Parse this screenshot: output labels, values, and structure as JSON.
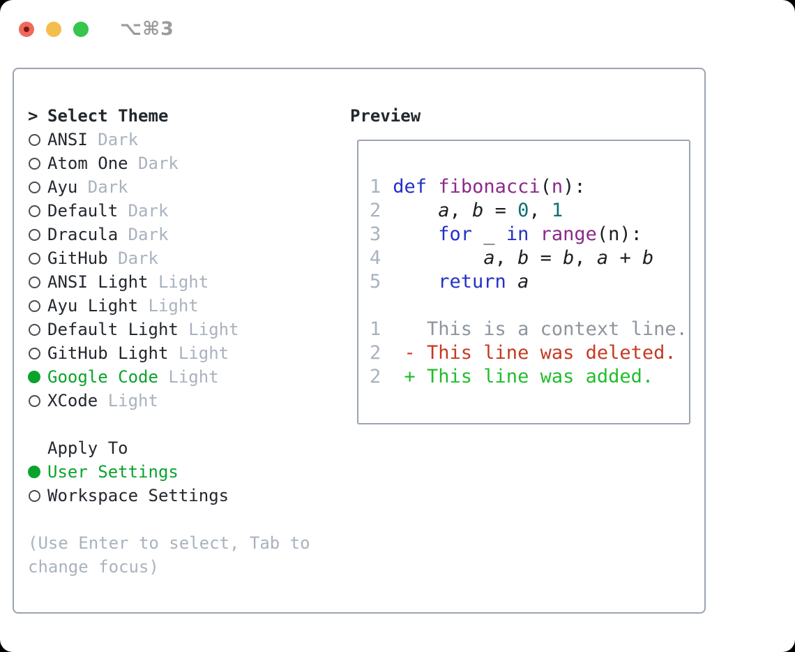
{
  "window": {
    "title": "⌥⌘3"
  },
  "colors": {
    "panel_border": "#9ba4af",
    "text_dark": "#23282e",
    "text_muted": "#a9b2be",
    "selected_green": "#0aa32c",
    "radio_outline": "#474d55",
    "traffic_close": "#ee6a5e",
    "traffic_minimize": "#f5bd4e",
    "traffic_zoom": "#36c64c",
    "syntax": {
      "num": "#a9b2be",
      "kw": "#2430c8",
      "fn": "#8b2a8b",
      "lit": "#0e6e6e",
      "var": "#1b1f23",
      "p": "#1b1f23",
      "ctx": "#8e959e",
      "del": "#c53a21",
      "add": "#21bd2b"
    }
  },
  "theme_panel": {
    "prompt": ">",
    "header": "Select Theme",
    "themes": [
      {
        "name": "ANSI",
        "variant": "Dark",
        "selected": false
      },
      {
        "name": "Atom One",
        "variant": "Dark",
        "selected": false
      },
      {
        "name": "Ayu",
        "variant": "Dark",
        "selected": false
      },
      {
        "name": "Default",
        "variant": "Dark",
        "selected": false
      },
      {
        "name": "Dracula",
        "variant": "Dark",
        "selected": false
      },
      {
        "name": "GitHub",
        "variant": "Dark",
        "selected": false
      },
      {
        "name": "ANSI Light",
        "variant": "Light",
        "selected": false
      },
      {
        "name": "Ayu Light",
        "variant": "Light",
        "selected": false
      },
      {
        "name": "Default Light",
        "variant": "Light",
        "selected": false
      },
      {
        "name": "GitHub Light",
        "variant": "Light",
        "selected": false
      },
      {
        "name": "Google Code",
        "variant": "Light",
        "selected": true
      },
      {
        "name": "XCode",
        "variant": "Light",
        "selected": false
      }
    ],
    "apply_to": {
      "header": "Apply To",
      "options": [
        {
          "label": "User Settings",
          "selected": true
        },
        {
          "label": "Workspace Settings",
          "selected": false
        }
      ]
    },
    "help": "(Use Enter to select, Tab to change focus)"
  },
  "preview": {
    "header": "Preview",
    "lines": [
      {
        "num": "1",
        "segments": [
          {
            "t": " ",
            "s": "p"
          },
          {
            "t": "def",
            "s": "kw"
          },
          {
            "t": " ",
            "s": "p"
          },
          {
            "t": "fibonacci",
            "s": "fn"
          },
          {
            "t": "(",
            "s": "p"
          },
          {
            "t": "n",
            "s": "fn"
          },
          {
            "t": "):",
            "s": "p"
          }
        ]
      },
      {
        "num": "2",
        "segments": [
          {
            "t": "     ",
            "s": "p"
          },
          {
            "t": "a",
            "s": "var"
          },
          {
            "t": ", ",
            "s": "p"
          },
          {
            "t": "b",
            "s": "var"
          },
          {
            "t": " = ",
            "s": "p"
          },
          {
            "t": "0",
            "s": "lit"
          },
          {
            "t": ", ",
            "s": "p"
          },
          {
            "t": "1",
            "s": "lit"
          }
        ]
      },
      {
        "num": "3",
        "segments": [
          {
            "t": "     ",
            "s": "p"
          },
          {
            "t": "for",
            "s": "kw"
          },
          {
            "t": " _ ",
            "s": "p"
          },
          {
            "t": "in",
            "s": "kw"
          },
          {
            "t": " ",
            "s": "p"
          },
          {
            "t": "range",
            "s": "fn"
          },
          {
            "t": "(n):",
            "s": "p"
          }
        ]
      },
      {
        "num": "4",
        "segments": [
          {
            "t": "         ",
            "s": "p"
          },
          {
            "t": "a",
            "s": "var"
          },
          {
            "t": ", ",
            "s": "p"
          },
          {
            "t": "b",
            "s": "var"
          },
          {
            "t": " = ",
            "s": "p"
          },
          {
            "t": "b",
            "s": "var"
          },
          {
            "t": ", ",
            "s": "p"
          },
          {
            "t": "a",
            "s": "var"
          },
          {
            "t": " + ",
            "s": "p"
          },
          {
            "t": "b",
            "s": "var"
          }
        ]
      },
      {
        "num": "5",
        "segments": [
          {
            "t": "     ",
            "s": "p"
          },
          {
            "t": "return",
            "s": "kw"
          },
          {
            "t": " ",
            "s": "p"
          },
          {
            "t": "a",
            "s": "var"
          }
        ]
      },
      {
        "num": "",
        "segments": []
      },
      {
        "num": "1",
        "segments": [
          {
            "t": "    This is a context line.",
            "s": "ctx"
          }
        ]
      },
      {
        "num": "2",
        "segments": [
          {
            "t": "  - This line was deleted.",
            "s": "del"
          }
        ]
      },
      {
        "num": "2",
        "segments": [
          {
            "t": "  + This line was added.",
            "s": "add"
          }
        ]
      }
    ]
  }
}
